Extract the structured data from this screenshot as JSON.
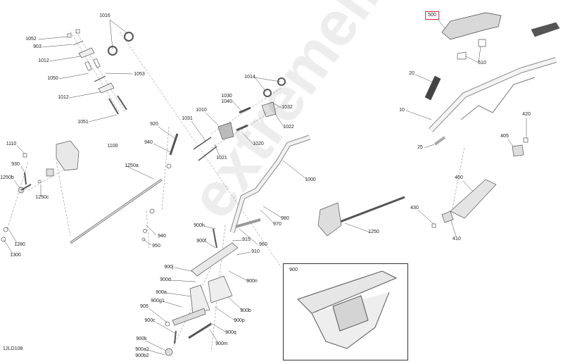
{
  "diagram_ref": "12LD108",
  "watermark": "extremelife",
  "highlighted_part": "500",
  "inset_label": "900",
  "callouts": [
    "1016",
    "1052",
    "903",
    "1012",
    "1050",
    "1053",
    "1012",
    "1051",
    "1014",
    "1030",
    "1040",
    "1010",
    "1031",
    "1032",
    "1022",
    "1020",
    "1021",
    "1000",
    "920",
    "940",
    "1110",
    "1100",
    "930",
    "1250b",
    "1250a",
    "1250c",
    "1280",
    "1300",
    "940",
    "950",
    "900h",
    "900f",
    "915",
    "960",
    "910",
    "970",
    "980",
    "900j",
    "900d",
    "900n",
    "900a",
    "900g1",
    "905",
    "900b",
    "900c",
    "900p",
    "900q",
    "900k",
    "900m",
    "900a2",
    "900b2",
    "500",
    "510",
    "20",
    "10",
    "25",
    "420",
    "405",
    "400",
    "430",
    "410",
    "1250"
  ]
}
